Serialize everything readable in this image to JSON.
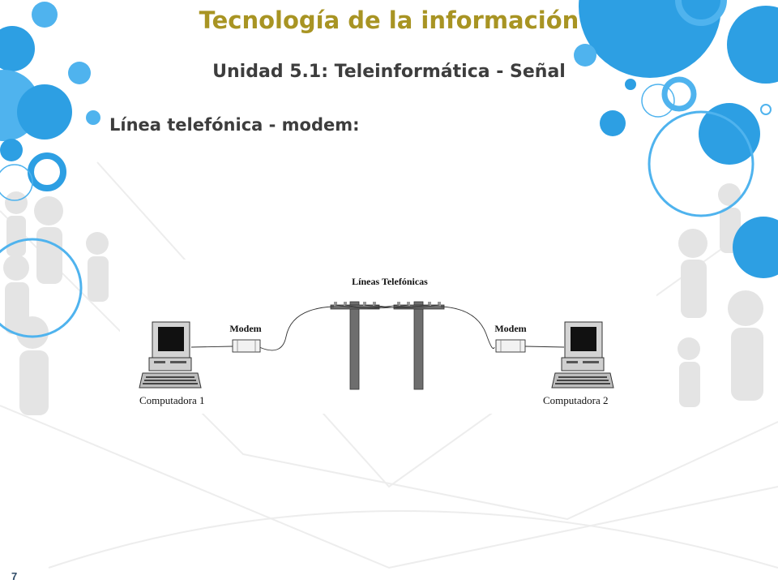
{
  "slide": {
    "title": "Tecnología de la información",
    "subtitle": "Unidad 5.1: Teleinformática - Señal",
    "heading": "Línea telefónica - modem:",
    "page_number": "7"
  },
  "diagram": {
    "lines_label": "Líneas Telefónicas",
    "modem_left_label": "Modem",
    "modem_right_label": "Modem",
    "computer_left_label": "Computadora 1",
    "computer_right_label": "Computadora 2"
  },
  "colors": {
    "title": "#a89423",
    "text": "#3d3d3d",
    "bubble_blue": "#2d9fe3",
    "bubble_light": "#4fb3ee"
  }
}
